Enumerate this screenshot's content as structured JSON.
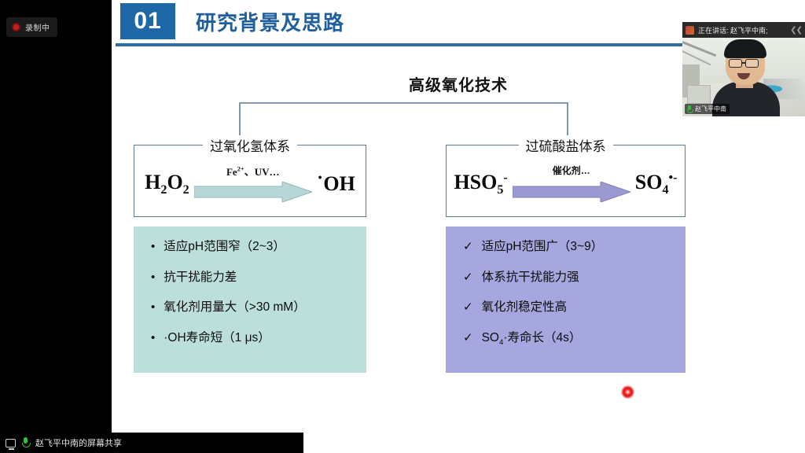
{
  "meeting": {
    "recording_label": "录制中",
    "recording_icon": "record-dot-icon",
    "share_bar_text": "赵飞平中南的屏幕共享",
    "share_icon": "monitor-icon",
    "mic_icon": "microphone-icon",
    "video": {
      "header_text": "正在讲话: 赵飞平中南;",
      "header_icon": "speaker-thumbnail-icon",
      "collapse_icon": "chevron-collapse-icon",
      "participant_name": "赵飞平中南",
      "participant_mic_icon": "microphone-icon"
    }
  },
  "slide": {
    "section_number": "01",
    "title": "研究背景及思路",
    "main_heading": "高级氧化技术",
    "systems": [
      {
        "label": "过氧化氢体系",
        "reactant": "H₂O₂",
        "reactant_parts": {
          "base": "H",
          "sub1": "2",
          "mid": "O",
          "sub2": "2"
        },
        "arrow_caption": "Fe2+、UV…",
        "arrow_caption_base": "Fe",
        "arrow_caption_sup": "2+",
        "arrow_caption_rest": "、UV…",
        "arrow_color": "#b9d6d6",
        "product": "·OH",
        "box_color": "#bddfdc",
        "features": [
          {
            "marker": "•",
            "text": "适应pH范围窄（2~3）"
          },
          {
            "marker": "•",
            "text": "抗干扰能力差"
          },
          {
            "marker": "•",
            "text": "氧化剂用量大（>30 mM）"
          },
          {
            "marker": "•",
            "text": "·OH寿命短（1 μs）"
          }
        ]
      },
      {
        "label": "过硫酸盐体系",
        "reactant": "HSO₅⁻",
        "reactant_parts": {
          "base": "HSO",
          "sub1": "5",
          "sup1": "-"
        },
        "arrow_caption": "催化剂…",
        "arrow_color": "#9a9ad0",
        "product": "SO₄•⁻",
        "product_parts": {
          "base": "SO",
          "sub1": "4",
          "sup1": "•-"
        },
        "box_color": "#a7a7e0",
        "features": [
          {
            "marker": "✓",
            "text": "适应pH范围广（3~9）"
          },
          {
            "marker": "✓",
            "text": "体系抗干扰能力强"
          },
          {
            "marker": "✓",
            "text": "氧化剂稳定性高"
          },
          {
            "marker": "✓",
            "text": "SO₄·寿命长（4s）"
          }
        ]
      }
    ],
    "colors": {
      "accent_blue": "#1f68a8",
      "title_blue": "#1f5f9e",
      "rule_blue": "#2b6ea8",
      "box_border": "#5b7e96",
      "laser_red": "#e01111"
    }
  }
}
